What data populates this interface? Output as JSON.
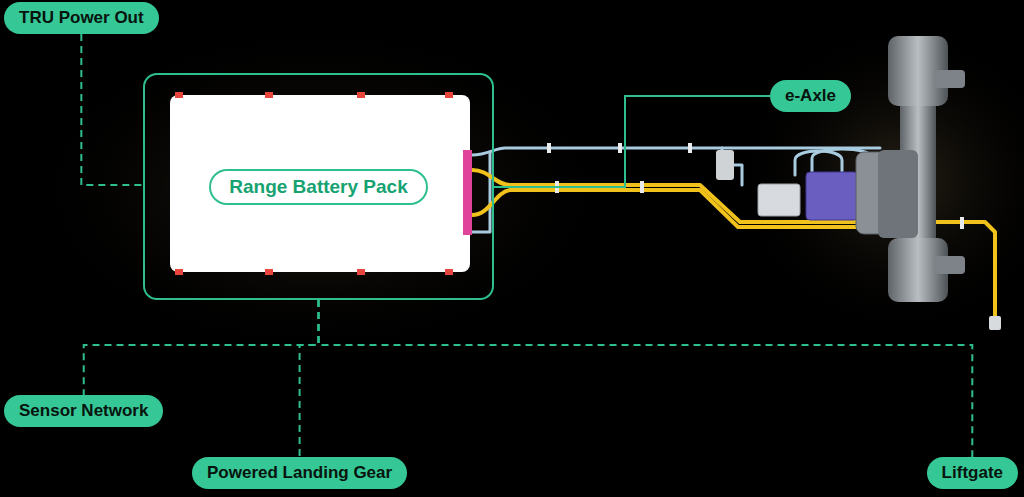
{
  "diagram": {
    "nodes": [
      {
        "text": [
          "TRU Power Out"
        ]
      },
      {
        "text": [
          "Range Battery Pack"
        ]
      },
      {
        "text": [
          "e-Axle"
        ]
      },
      {
        "text": [
          "Sensor Network"
        ]
      },
      {
        "text": [
          "Powered Landing Gear"
        ]
      },
      {
        "text": [
          "Liftgate"
        ]
      }
    ],
    "edges": [
      {
        "from": 0,
        "to": 1,
        "arrow": "none"
      },
      {
        "from": 2,
        "to": 1,
        "arrow": "none"
      },
      {
        "from": 1,
        "to": 3,
        "arrow": "none"
      },
      {
        "from": 1,
        "to": 4,
        "arrow": "none"
      },
      {
        "from": 1,
        "to": 5,
        "arrow": "none"
      }
    ]
  }
}
